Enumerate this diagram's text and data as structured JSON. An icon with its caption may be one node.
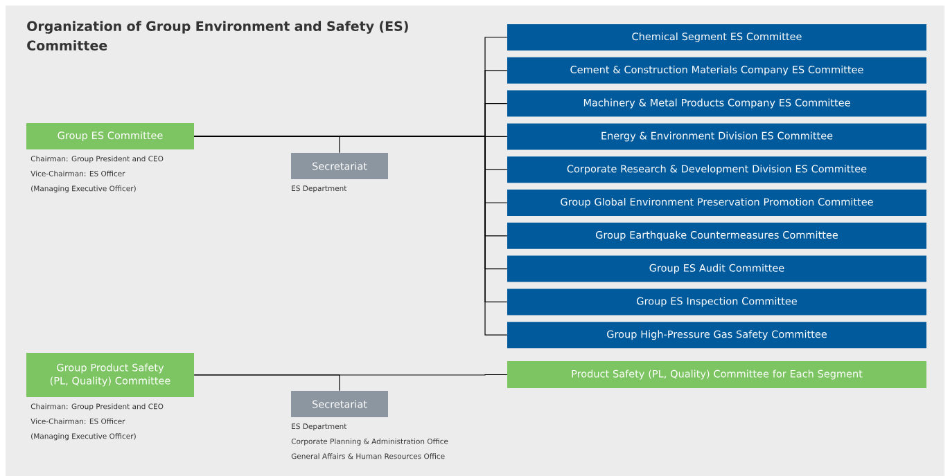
{
  "diagram": {
    "title": "Organization of Group Environment and Safety (ES) Committee",
    "nodes": [
      {
        "text": [
          "Group ES Committee"
        ],
        "beside": [
          "Chairman: Group President and CEO",
          "Vice-Chairman: ES Officer",
          "(Managing Executive Officer)"
        ]
      },
      {
        "text": [
          "Secretariat"
        ],
        "beside": [
          "ES Department"
        ]
      },
      {
        "text": [
          "Chemical Segment ES Committee"
        ]
      },
      {
        "text": [
          "Cement & Construction Materials Company ES Committee"
        ]
      },
      {
        "text": [
          "Machinery & Metal Products Company ES Committee"
        ]
      },
      {
        "text": [
          "Energy & Environment Division ES Committee"
        ]
      },
      {
        "text": [
          "Corporate Research & Development Division ES Committee"
        ]
      },
      {
        "text": [
          "Group Global Environment Preservation Promotion Committee"
        ]
      },
      {
        "text": [
          "Group Earthquake Countermeasures Committee"
        ]
      },
      {
        "text": [
          "Group ES Audit Committee"
        ]
      },
      {
        "text": [
          "Group ES Inspection Committee"
        ]
      },
      {
        "text": [
          "Group High-Pressure Gas Safety Committee"
        ]
      },
      {
        "text": [
          "Group Product Safety (PL, Quality) Committee"
        ],
        "beside": [
          "Chairman: Group President and CEO",
          "Vice-Chairman: ES Officer",
          "(Managing Executive Officer)"
        ]
      },
      {
        "text": [
          "Secretariat"
        ],
        "beside": [
          "ES Department",
          "Corporate Planning & Administration Office",
          "General Affairs & Human Resources Office"
        ]
      },
      {
        "text": [
          "Product Safety (PL, Quality) Committee for Each Segment"
        ]
      }
    ],
    "edges": [
      {
        "from": 0,
        "to": 1,
        "arrow": "none"
      },
      {
        "from": 0,
        "to": 2,
        "arrow": "none"
      },
      {
        "from": 0,
        "to": 3,
        "arrow": "none"
      },
      {
        "from": 0,
        "to": 4,
        "arrow": "none"
      },
      {
        "from": 0,
        "to": 5,
        "arrow": "none"
      },
      {
        "from": 0,
        "to": 6,
        "arrow": "none"
      },
      {
        "from": 0,
        "to": 7,
        "arrow": "none"
      },
      {
        "from": 0,
        "to": 8,
        "arrow": "none"
      },
      {
        "from": 0,
        "to": 9,
        "arrow": "none"
      },
      {
        "from": 0,
        "to": 10,
        "arrow": "none"
      },
      {
        "from": 0,
        "to": 11,
        "arrow": "none"
      },
      {
        "from": 12,
        "to": 13,
        "arrow": "none"
      },
      {
        "from": 12,
        "to": 14,
        "arrow": "none"
      }
    ]
  }
}
